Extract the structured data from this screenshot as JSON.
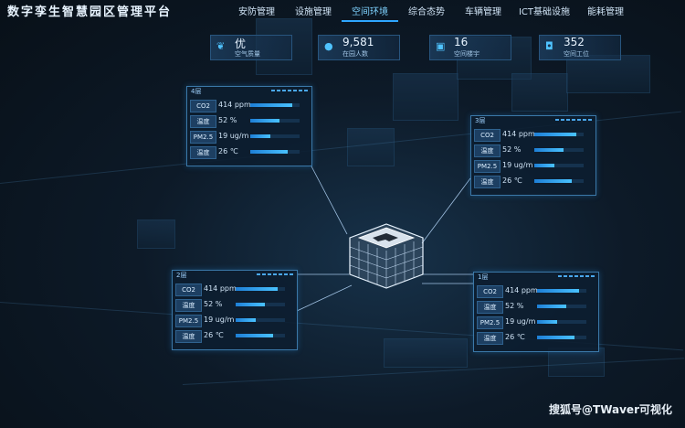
{
  "app": {
    "title": "数字孪生智慧园区管理平台"
  },
  "nav": {
    "items": [
      {
        "label": "安防管理",
        "active": false
      },
      {
        "label": "设施管理",
        "active": false
      },
      {
        "label": "空间环境",
        "active": true
      },
      {
        "label": "综合态势",
        "active": false
      },
      {
        "label": "车辆管理",
        "active": false
      },
      {
        "label": "ICT基础设施",
        "active": false
      },
      {
        "label": "能耗管理",
        "active": false
      }
    ]
  },
  "kpis": [
    {
      "icon": "leaf-icon",
      "value": "优",
      "label": "空气质量"
    },
    {
      "icon": "person-icon",
      "value": "9,581",
      "label": "在园人数"
    },
    {
      "icon": "building-icon",
      "value": "16",
      "label": "空间楼宇"
    },
    {
      "icon": "seat-icon",
      "value": "352",
      "label": "空间工位"
    }
  ],
  "panels": [
    {
      "floor": "4层",
      "rows": [
        {
          "label": "CO2",
          "value": "414 ppm",
          "level": 0.85
        },
        {
          "label": "温度",
          "value": "52 %",
          "level": 0.6
        },
        {
          "label": "PM2.5",
          "value": "19 ug/m",
          "level": 0.4
        },
        {
          "label": "温度",
          "value": "26 ℃",
          "level": 0.75
        }
      ]
    },
    {
      "floor": "3层",
      "rows": [
        {
          "label": "CO2",
          "value": "414 ppm",
          "level": 0.85
        },
        {
          "label": "温度",
          "value": "52 %",
          "level": 0.6
        },
        {
          "label": "PM2.5",
          "value": "19 ug/m",
          "level": 0.4
        },
        {
          "label": "温度",
          "value": "26 ℃",
          "level": 0.75
        }
      ]
    },
    {
      "floor": "2层",
      "rows": [
        {
          "label": "CO2",
          "value": "414 ppm",
          "level": 0.85
        },
        {
          "label": "温度",
          "value": "52 %",
          "level": 0.6
        },
        {
          "label": "PM2.5",
          "value": "19 ug/m",
          "level": 0.4
        },
        {
          "label": "温度",
          "value": "26 ℃",
          "level": 0.75
        }
      ]
    },
    {
      "floor": "1层",
      "rows": [
        {
          "label": "CO2",
          "value": "414 ppm",
          "level": 0.85
        },
        {
          "label": "温度",
          "value": "52 %",
          "level": 0.6
        },
        {
          "label": "PM2.5",
          "value": "19 ug/m",
          "level": 0.4
        },
        {
          "label": "温度",
          "value": "26 ℃",
          "level": 0.75
        }
      ]
    }
  ],
  "watermark": "搜狐号@TWaver可视化",
  "colors": {
    "accent": "#2ea6ff",
    "panel_border": "#3b78a8",
    "bar": "#49c2ff"
  }
}
